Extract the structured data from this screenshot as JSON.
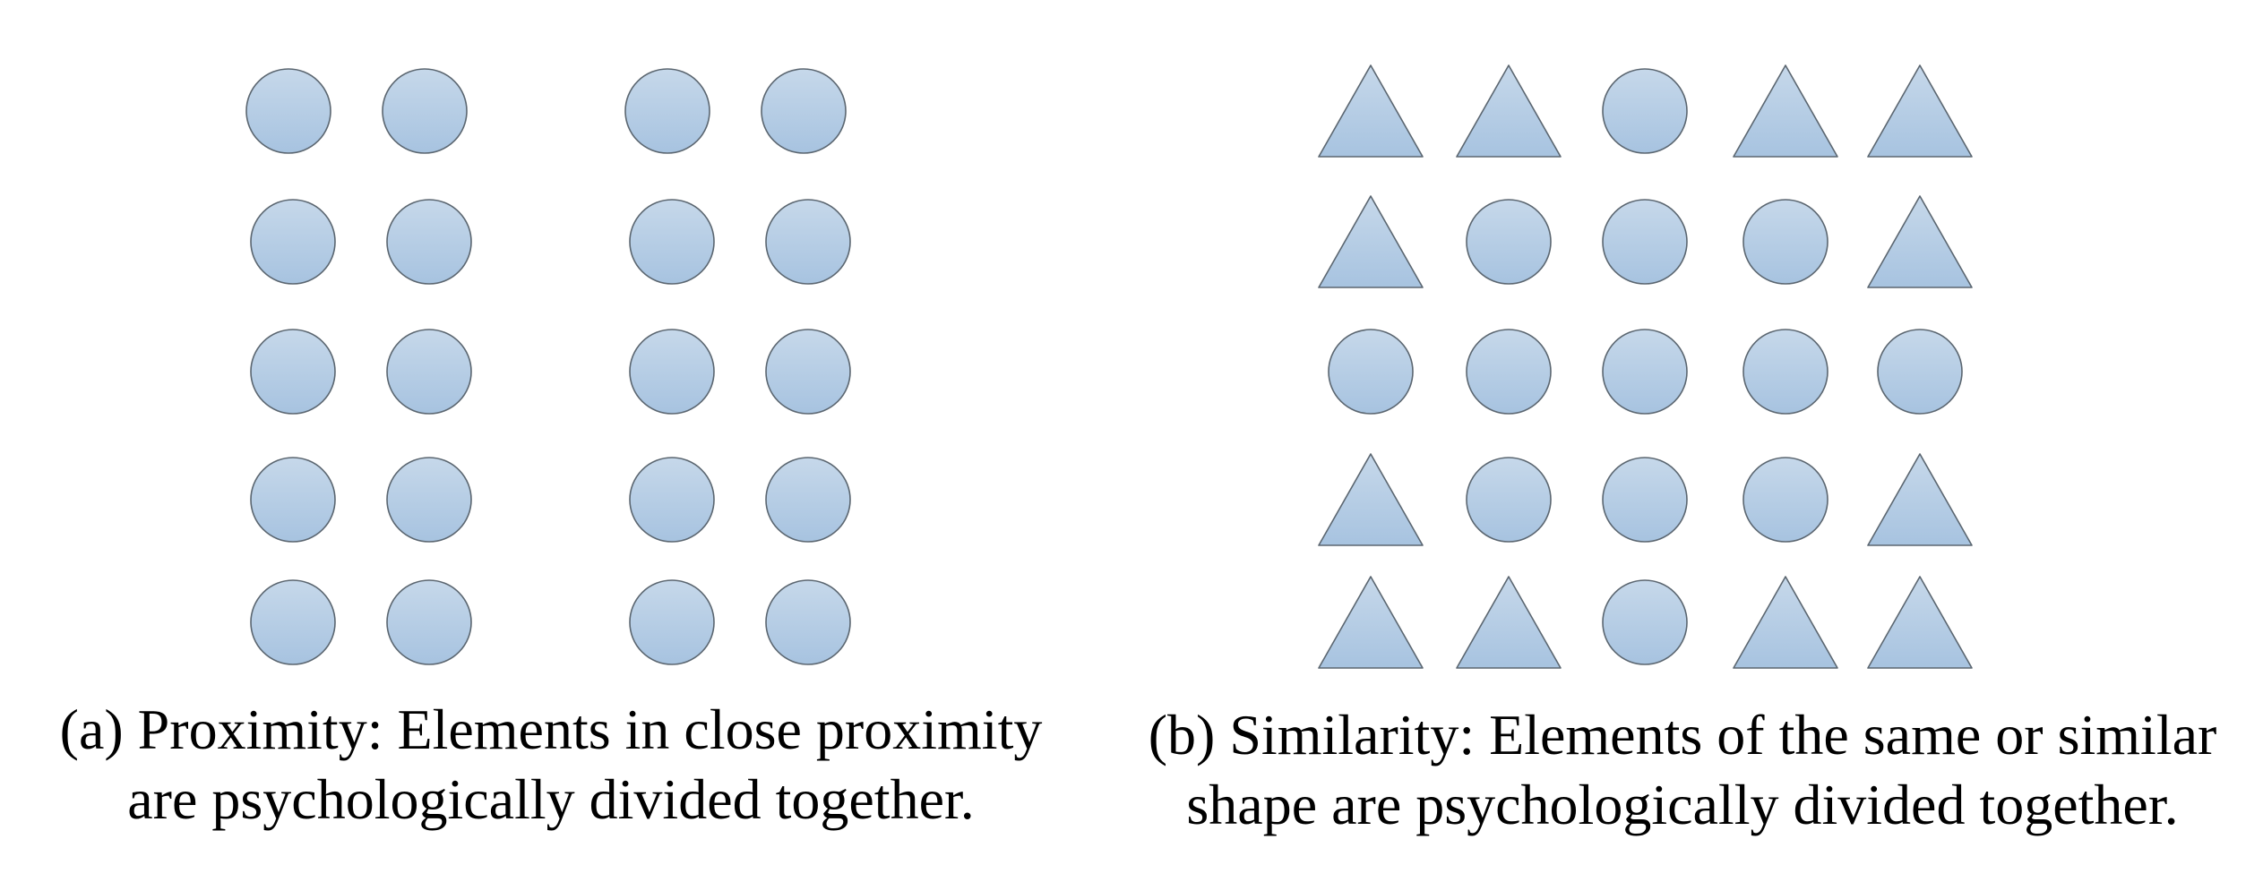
{
  "colors": {
    "fill_top": "#c6d8ea",
    "fill_bottom": "#a7c3e0",
    "stroke": "#5b6670",
    "text": "#000000"
  },
  "panels": {
    "a": {
      "name": "proximity",
      "shape": "circle",
      "grid_rows": 5,
      "grid_cols": 4,
      "caption_line1": "(a) Proximity: Elements in close proximity",
      "caption_line2": "are psychologically divided together."
    },
    "b": {
      "name": "similarity",
      "grid_rows": 5,
      "grid_cols": 5,
      "pattern": [
        [
          "triangle",
          "triangle",
          "circle",
          "triangle",
          "triangle"
        ],
        [
          "triangle",
          "circle",
          "circle",
          "circle",
          "triangle"
        ],
        [
          "circle",
          "circle",
          "circle",
          "circle",
          "circle"
        ],
        [
          "triangle",
          "circle",
          "circle",
          "circle",
          "triangle"
        ],
        [
          "triangle",
          "triangle",
          "circle",
          "triangle",
          "triangle"
        ]
      ],
      "caption_line1": "(b) Similarity: Elements of the same or similar",
      "caption_line2": "shape are psychologically divided together."
    }
  }
}
